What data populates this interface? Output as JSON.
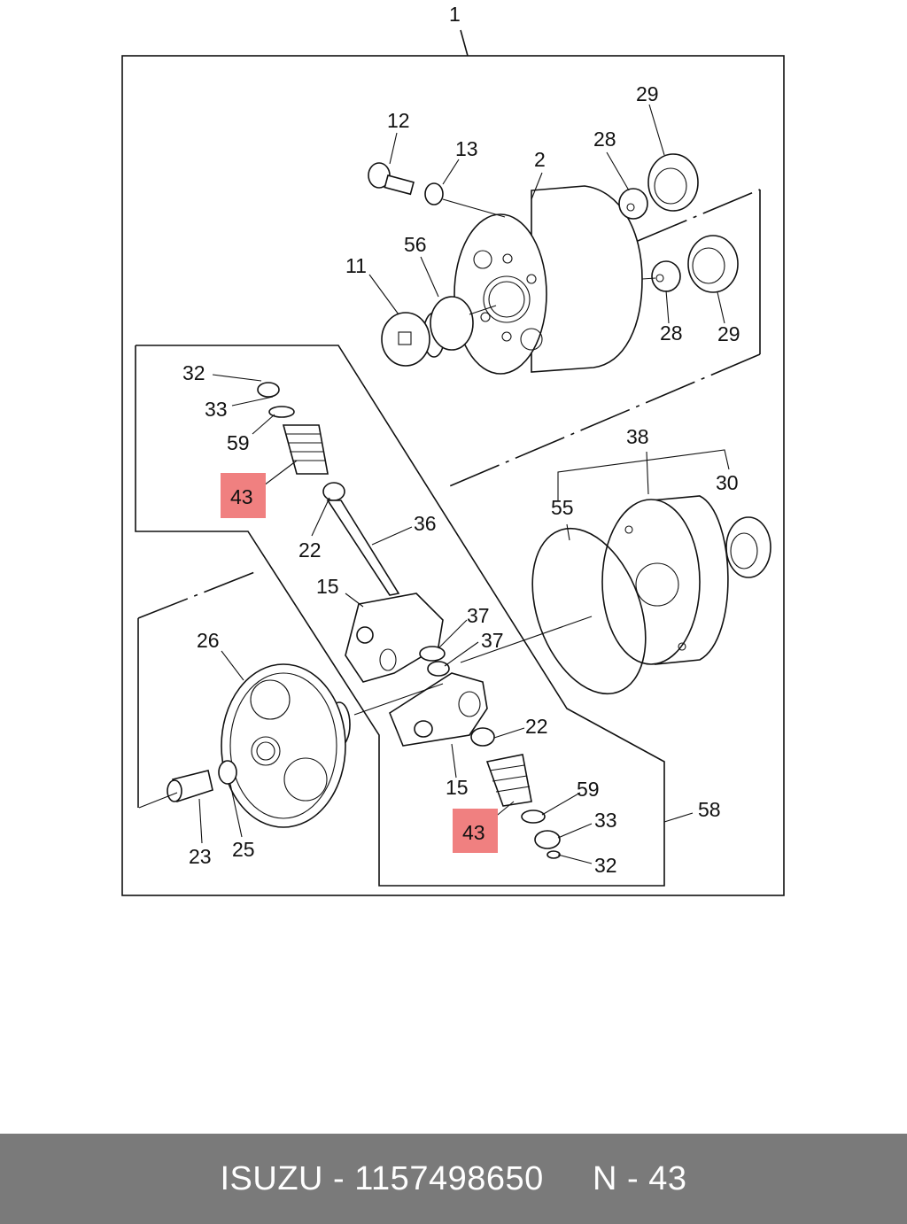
{
  "diagram": {
    "callouts": {
      "c1": "1",
      "c2": "2",
      "c11": "11",
      "c12": "12",
      "c13": "13",
      "c56": "56",
      "c28a": "28",
      "c29a": "29",
      "c28b": "28",
      "c29b": "29",
      "c32a": "32",
      "c33a": "33",
      "c59a": "59",
      "c43a": "43",
      "c22a": "22",
      "c36": "36",
      "c15a": "15",
      "c37a": "37",
      "c37b": "37",
      "c22b": "22",
      "c15b": "15",
      "c43b": "43",
      "c59b": "59",
      "c33b": "33",
      "c32b": "32",
      "c58": "58",
      "c38": "38",
      "c55": "55",
      "c30": "30",
      "c26": "26",
      "c23": "23",
      "c25": "25"
    },
    "highlight_color": "#f08080"
  },
  "footer": {
    "text": "ISUZU - 1157498650     N - 43"
  }
}
